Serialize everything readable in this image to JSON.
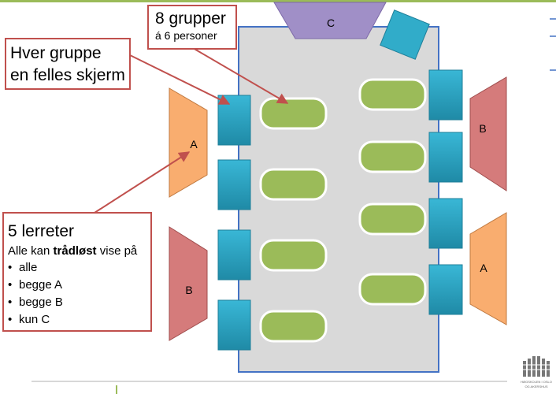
{
  "colors": {
    "top_line": "#9bbb59",
    "room_fill": "#d9d9d9",
    "room_border": "#4472c4",
    "table_fill": "#9bbb59",
    "screen_fill": "#31acc9",
    "screen_A": "#f9ad6f",
    "screen_B": "#d57b7b",
    "screen_C": "#a08fc7",
    "callout_border": "#c0504d"
  },
  "screens": {
    "c_label": "C",
    "left_top_label": "A",
    "left_bottom_label": "B",
    "right_top_label": "B",
    "right_bottom_label": "A"
  },
  "callouts": {
    "groups": {
      "title": "8 grupper",
      "subtitle": "á 6 personer"
    },
    "shared_screen": {
      "line1": "Hver gruppe",
      "line2": "en felles skjerm"
    },
    "projection": {
      "title": "5 lerreter",
      "text_before": "Alle kan ",
      "text_bold": "trådløst",
      "text_after": " vise på",
      "bullets": [
        "alle",
        "begge A",
        "begge B",
        "kun C"
      ]
    }
  },
  "logo": {
    "text1": "HØGSKOLEN I OSLO",
    "text2": "OG AKERSHUS"
  },
  "icons": [
    "callout-arrow-icon",
    "school-logo-icon"
  ]
}
